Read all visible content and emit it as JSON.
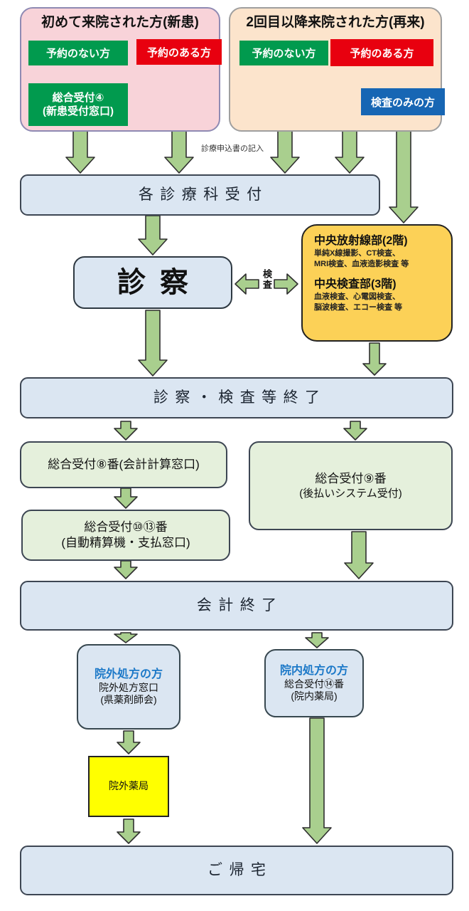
{
  "colors": {
    "panel_pink_bg": "#f8d3d9",
    "panel_pink_border": "#8f8ab3",
    "panel_peach_bg": "#fce4cc",
    "button_green": "#019a4e",
    "button_red": "#e8000f",
    "button_blue": "#1766b4",
    "triangle_orange": "#e0862f",
    "bar_light_blue": "#dbe6f2",
    "box_orange": "#fcd157",
    "box_light_green": "#e5f0dc",
    "box_yellow": "#ffff00",
    "arrow_green": "#a9cf8e",
    "rx_title_blue": "#1d79c8"
  },
  "first_visit_panel": {
    "title": "初めて来院された方(新患)",
    "no_reservation": "予約のない方",
    "with_reservation": "予約のある方",
    "reception_line1": "総合受付④",
    "reception_line2": "(新患受付窓口)"
  },
  "return_visit_panel": {
    "title": "2回目以降来院された方(再来)",
    "no_reservation": "予約のない方",
    "with_reservation": "予約のある方",
    "exam_only": "検査のみの方"
  },
  "form_note": "診療申込書の記入",
  "dept_reception_bar": "各診療科受付",
  "consultation_box": "診察",
  "exam_arrow_label": "検査",
  "exam_dept_box": {
    "radiology_title": "中央放射線部(2階)",
    "radiology_desc1": "単純X線撮影、CT検査、",
    "radiology_desc2": "MRI検査、血液造影検査 等",
    "lab_title": "中央検査部(3階)",
    "lab_desc1": "血液検査、心電図検査、",
    "lab_desc2": "脳波検査、エコー検査 等"
  },
  "exam_end_bar": "診察・検査等終了",
  "reception8_box": "総合受付⑧番(会計計算窓口)",
  "reception9_box": {
    "line1": "総合受付⑨番",
    "line2": "(後払いシステム受付)"
  },
  "reception1013_box": {
    "line1": "総合受付⑩⑬番",
    "line2": "(自動精算機・支払窓口)"
  },
  "payment_end_bar": "会計終了",
  "outside_rx_box": {
    "title": "院外処方の方",
    "line1": "院外処方窓口",
    "line2": "(県薬剤師会)"
  },
  "inside_rx_box": {
    "title": "院内処方の方",
    "line1": "総合受付⑭番",
    "line2": "(院内薬局)"
  },
  "outside_pharmacy_box": "院外薬局",
  "go_home_bar": "ご帰宅"
}
